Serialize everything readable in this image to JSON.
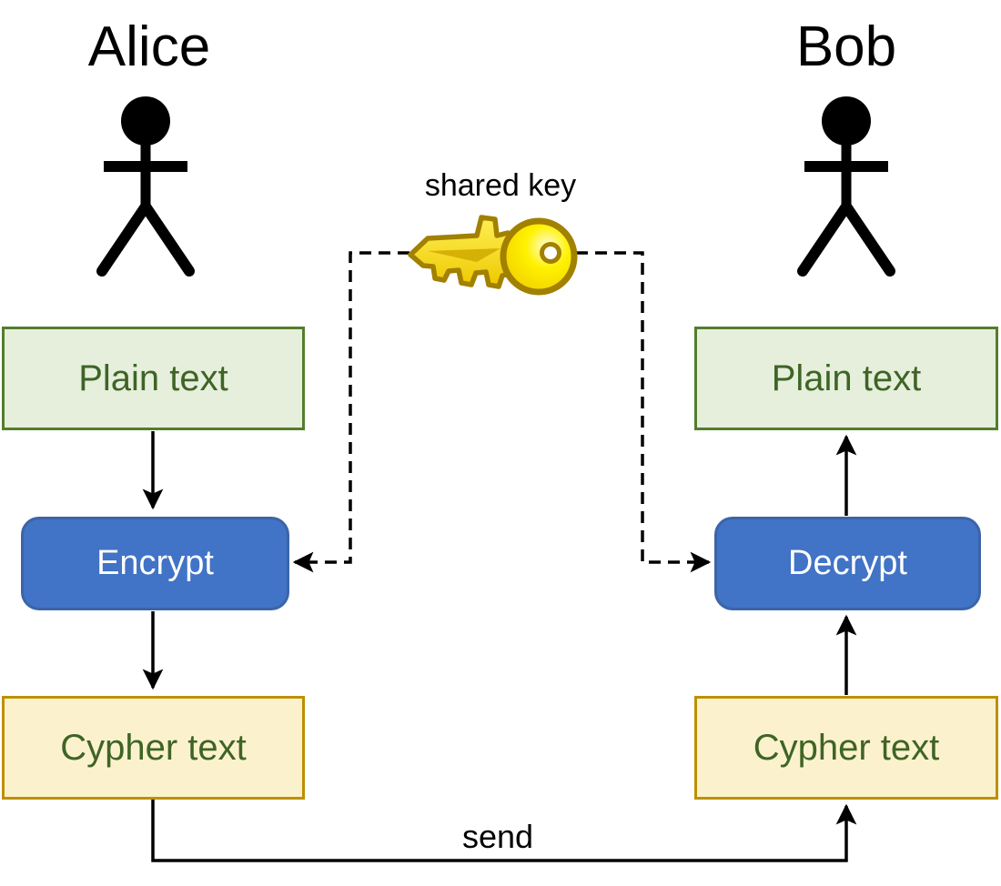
{
  "diagram": {
    "type": "symmetric-encryption-flow",
    "actors": {
      "left": "Alice",
      "right": "Bob"
    },
    "shared_key": {
      "label": "shared key"
    },
    "send": {
      "label": "send"
    },
    "left_flow": {
      "plain": "Plain text",
      "process": "Encrypt",
      "cypher": "Cypher text"
    },
    "right_flow": {
      "plain": "Plain text",
      "process": "Decrypt",
      "cypher": "Cypher text"
    },
    "icons": [
      "person-icon-alice",
      "person-icon-bob",
      "shared-key-icon"
    ],
    "colors": {
      "background": "#ffffff",
      "plain_fill": "#e6efdc",
      "plain_border": "#537d2c",
      "process_fill": "#4173c6",
      "process_border": "#3c64a8",
      "process_text": "#ffffff",
      "cypher_fill": "#fbf2cd",
      "cypher_border": "#bd9000",
      "green_text": "#3f6426",
      "key_fill": "#ffe800",
      "key_outline": "#a28000",
      "line": "#000000"
    }
  }
}
